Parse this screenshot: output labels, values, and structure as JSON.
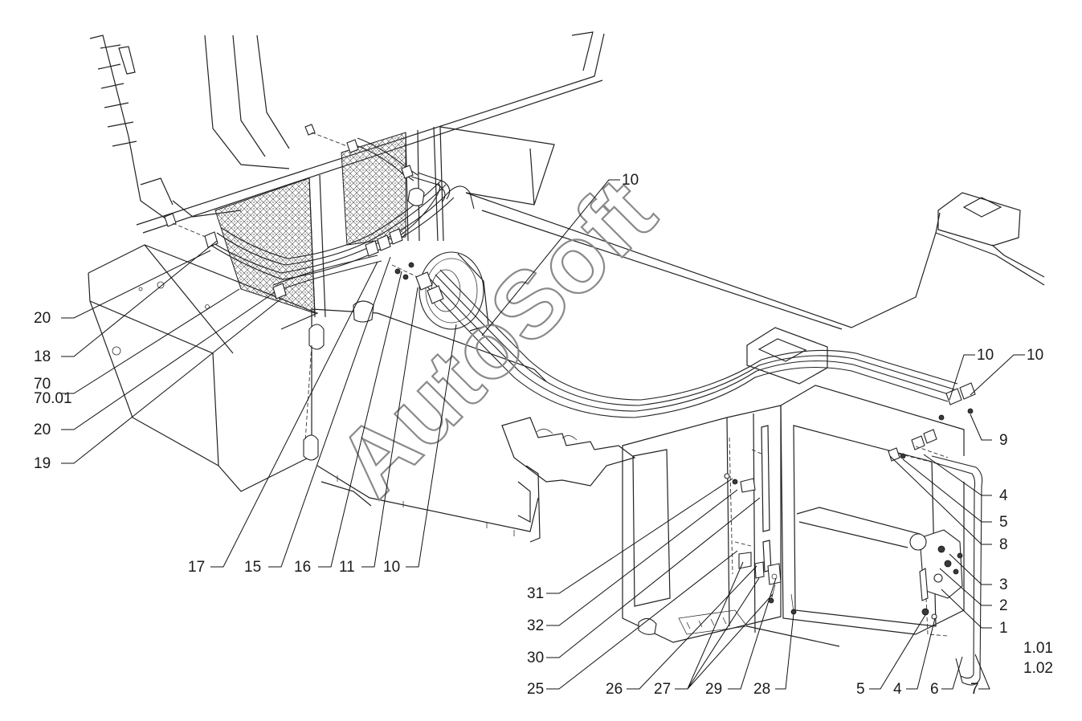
{
  "watermark": "AutoSoft",
  "callouts": [
    {
      "id": "c-10-top",
      "text": "10"
    },
    {
      "id": "c-20-a",
      "text": "20"
    },
    {
      "id": "c-18",
      "text": "18"
    },
    {
      "id": "c-70",
      "text": "70"
    },
    {
      "id": "c-70-01",
      "text": "70.01"
    },
    {
      "id": "c-20-b",
      "text": "20"
    },
    {
      "id": "c-19",
      "text": "19"
    },
    {
      "id": "c-17",
      "text": "17"
    },
    {
      "id": "c-15",
      "text": "15"
    },
    {
      "id": "c-16",
      "text": "16"
    },
    {
      "id": "c-11",
      "text": "11"
    },
    {
      "id": "c-10-bl",
      "text": "10"
    },
    {
      "id": "c-10-r1",
      "text": "10"
    },
    {
      "id": "c-10-r2",
      "text": "10"
    },
    {
      "id": "c-9",
      "text": "9"
    },
    {
      "id": "c-4-a",
      "text": "4"
    },
    {
      "id": "c-5-a",
      "text": "5"
    },
    {
      "id": "c-8",
      "text": "8"
    },
    {
      "id": "c-3",
      "text": "3"
    },
    {
      "id": "c-2",
      "text": "2"
    },
    {
      "id": "c-1",
      "text": "1"
    },
    {
      "id": "c-1-01",
      "text": "1.01"
    },
    {
      "id": "c-1-02",
      "text": "1.02"
    },
    {
      "id": "c-31",
      "text": "31"
    },
    {
      "id": "c-32",
      "text": "32"
    },
    {
      "id": "c-30",
      "text": "30"
    },
    {
      "id": "c-25",
      "text": "25"
    },
    {
      "id": "c-26",
      "text": "26"
    },
    {
      "id": "c-27",
      "text": "27"
    },
    {
      "id": "c-29",
      "text": "29"
    },
    {
      "id": "c-28",
      "text": "28"
    },
    {
      "id": "c-5-b",
      "text": "5"
    },
    {
      "id": "c-4-b",
      "text": "4"
    },
    {
      "id": "c-6",
      "text": "6"
    },
    {
      "id": "c-7",
      "text": "7"
    }
  ]
}
